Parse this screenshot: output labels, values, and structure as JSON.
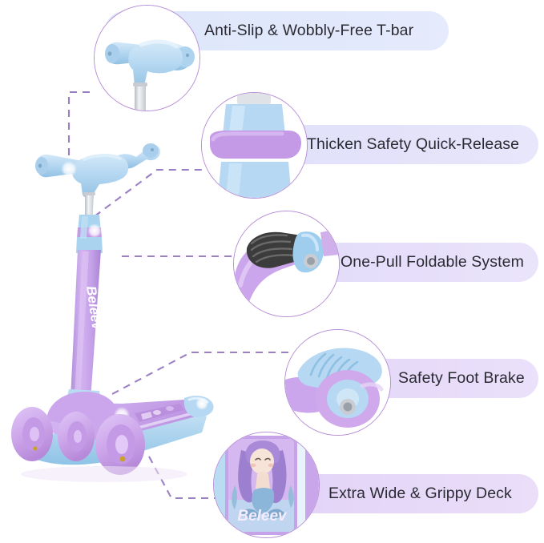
{
  "page": {
    "brand": "Beleev",
    "product": "Kids 3-Wheel Kick Scooter",
    "theme": "mermaid",
    "background_color": "#ffffff"
  },
  "colors": {
    "handle_blue": "#b6d8f2",
    "handle_blue_dark": "#9ec7e8",
    "pole_purple": "#c9a6e9",
    "pole_purple_dark": "#b993dd",
    "wheel_purple": "#cfa9ec",
    "deck_blue": "#a9d3ef",
    "outline_purple": "#b68dd6",
    "dash_purple": "#9b7fc4",
    "text_dark": "#2b2b33",
    "pill_blue": "#e1e8fb",
    "pill_purple": "#e4d5f8",
    "stem_silver": "#dcdee2",
    "brake_black": "#3a3a3a"
  },
  "callouts": [
    {
      "id": "anti-slip-t-bar",
      "label": "Anti-Slip & Wobbly-Free T-bar",
      "detail_icon": "t-bar-handle-icon",
      "pill_tone": "blue"
    },
    {
      "id": "quick-release",
      "label": "Thicken Safety Quick-Release",
      "detail_icon": "quick-release-clamp-icon",
      "pill_tone": "blue-violet"
    },
    {
      "id": "foldable-system",
      "label": "One-Pull Foldable System",
      "detail_icon": "folding-hinge-icon",
      "pill_tone": "violet"
    },
    {
      "id": "foot-brake",
      "label": "Safety Foot Brake",
      "detail_icon": "rear-fender-brake-icon",
      "pill_tone": "violet"
    },
    {
      "id": "wide-deck",
      "label": "Extra Wide & Grippy Deck",
      "detail_icon": "mermaid-deck-icon",
      "pill_tone": "purple"
    }
  ],
  "product_image": {
    "name": "kick-scooter-photo",
    "pole_text": "Beleev",
    "deck_text": "Beleev",
    "wheel_count": 3
  }
}
